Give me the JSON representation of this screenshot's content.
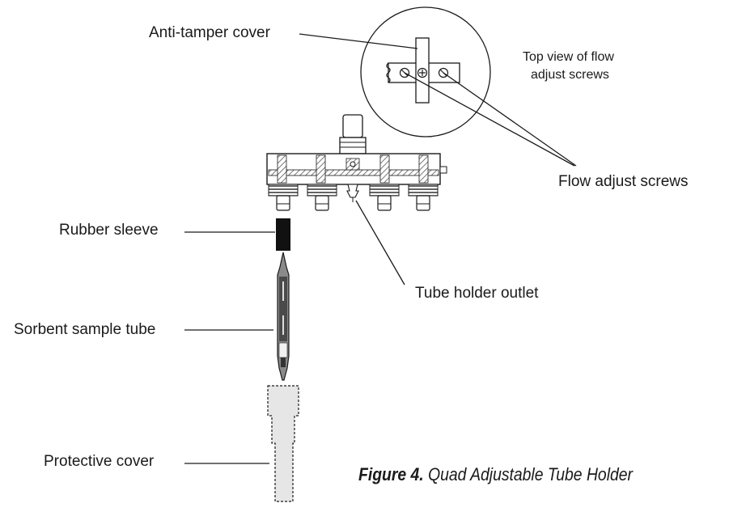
{
  "labels": {
    "anti_tamper": "Anti-tamper cover",
    "top_view_line1": "Top view of flow",
    "top_view_line2": "adjust screws",
    "flow_adjust": "Flow adjust screws",
    "rubber_sleeve": "Rubber sleeve",
    "outlet": "Tube holder outlet",
    "sorbent_tube": "Sorbent sample tube",
    "protective_cover": "Protective cover"
  },
  "caption": {
    "figure_number": "Figure 4.",
    "title": "Quad Adjustable Tube Holder"
  },
  "colors": {
    "ink": "#1a1a1a",
    "hatch": "#555555",
    "sleeve": "#111111",
    "cover_fill": "#e6e6e6"
  }
}
